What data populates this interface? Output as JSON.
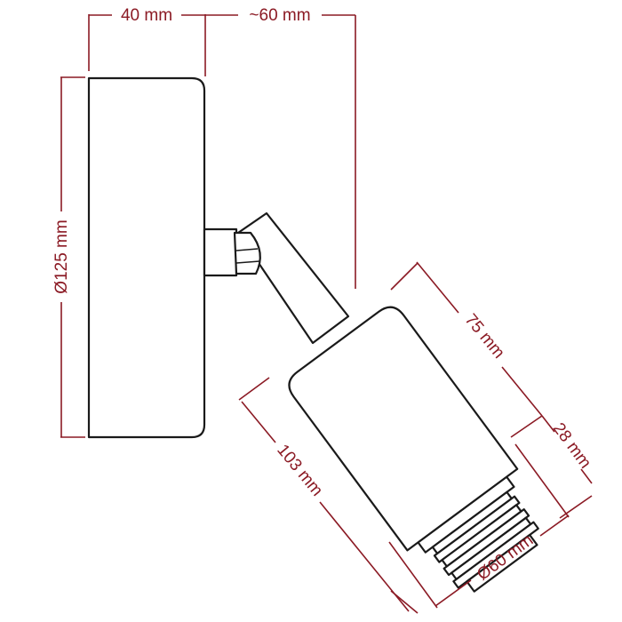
{
  "colors": {
    "dimension": "#8b1a24",
    "outline": "#1a1a1a",
    "fill": "#ffffff"
  },
  "dimensions": {
    "base_depth": "40 mm",
    "projection": "~60 mm",
    "base_diameter": "Ø125 mm",
    "head_length": "75 mm",
    "total_length": "103 mm",
    "thread_length": "28 mm",
    "head_diameter": "Ø60 mm"
  }
}
